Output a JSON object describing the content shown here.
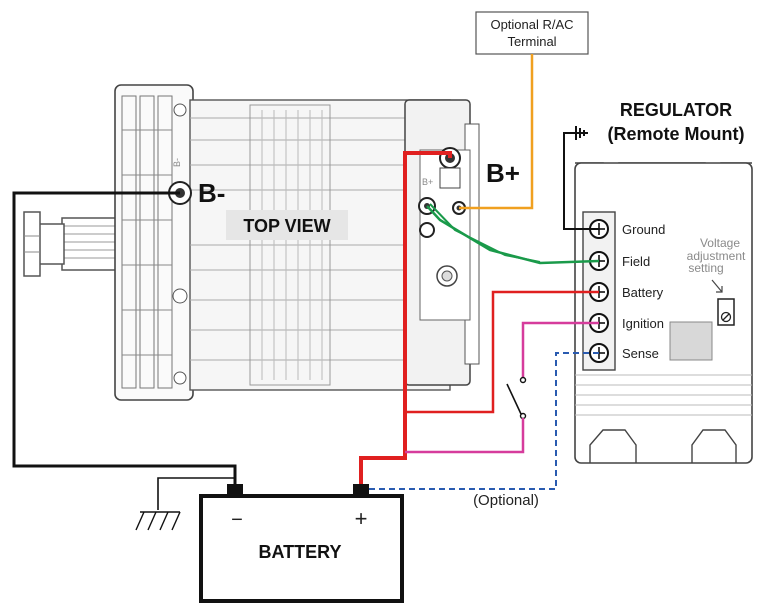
{
  "labels": {
    "rac_line1": "Optional R/AC",
    "rac_line2": "Terminal",
    "regulator_line1": "REGULATOR",
    "regulator_line2": "(Remote Mount)",
    "b_minus": "B-",
    "b_plus": "B+",
    "top_view": "TOP VIEW",
    "battery": "BATTERY",
    "battery_minus": "−",
    "battery_plus": "+",
    "optional": "(Optional)",
    "voltage_adj_line1": "Voltage",
    "voltage_adj_line2": "adjustment",
    "voltage_adj_line3": "setting",
    "alt_b_minus_small": "B-",
    "alt_b_plus_small": "B+"
  },
  "regulator_terminals": [
    "Ground",
    "Field",
    "Battery",
    "Ignition",
    "Sense"
  ],
  "wires": [
    {
      "from": "alternator_b_plus",
      "to": "battery_positive",
      "color": "#e02020"
    },
    {
      "from": "regulator_battery",
      "to": "battery_positive",
      "color": "#e02020"
    },
    {
      "from": "regulator_ignition",
      "to": "battery_positive_via_switch",
      "color": "#d63c9c"
    },
    {
      "from": "regulator_field",
      "to": "alternator_field",
      "color": "#1a9a4a"
    },
    {
      "from": "regulator_sense",
      "to": "battery_positive",
      "color": "#2a5bb0",
      "style": "dashed"
    },
    {
      "from": "alternator_rac",
      "to": "optional_terminal",
      "color": "#f0a020"
    },
    {
      "from": "alternator_b_minus",
      "to": "battery_negative",
      "color": "#111111"
    },
    {
      "from": "regulator_ground",
      "to": "ground",
      "color": "#111111"
    }
  ],
  "icons": [
    "ground-icon",
    "switch-icon",
    "screw-terminal-icon",
    "adjustment-screw-icon"
  ]
}
